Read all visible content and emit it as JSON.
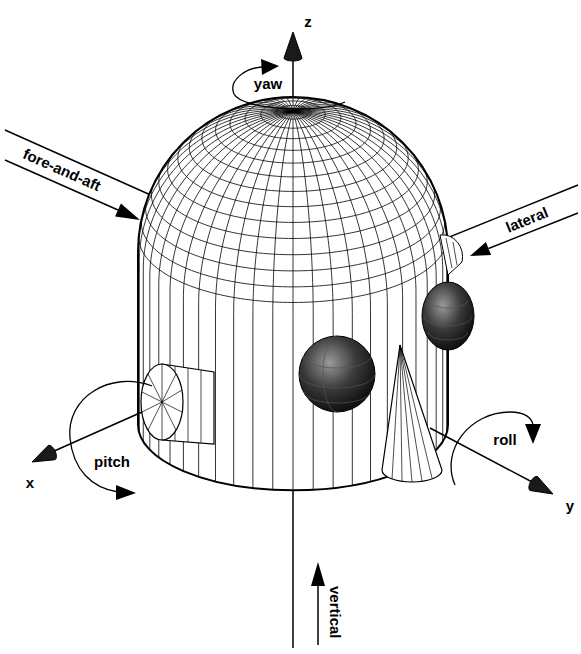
{
  "diagram": {
    "labels": [
      "z",
      "yaw",
      "fore-and-aft",
      "lateral",
      "x",
      "pitch",
      "roll",
      "y",
      "vertical"
    ]
  }
}
